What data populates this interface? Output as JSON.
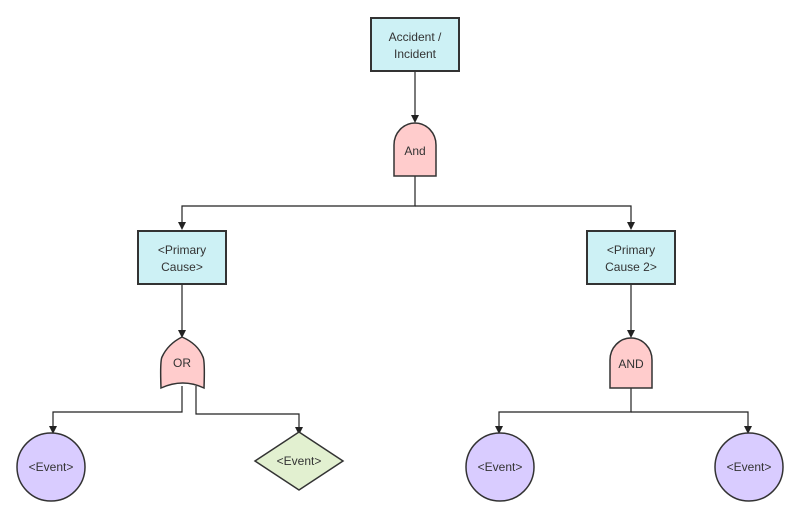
{
  "colors": {
    "box_fill": "#cdf1f5",
    "gate_fill": "#ffcccc",
    "event_fill": "#d9ccff",
    "diamond_fill": "#e2f0d0",
    "line": "#222222"
  },
  "diagram": {
    "top_event": {
      "line1": "Accident /",
      "line2": "Incident"
    },
    "top_gate": {
      "label": "And"
    },
    "primary_cause_1": {
      "line1": "<Primary",
      "line2": "Cause>"
    },
    "primary_cause_2": {
      "line1": "<Primary",
      "line2": "Cause 2>"
    },
    "or_gate": {
      "label": "OR"
    },
    "and_gate": {
      "label": "AND"
    },
    "event_left_circle": {
      "label": "<Event>"
    },
    "event_diamond": {
      "label": "<Event>"
    },
    "event_right_circle_1": {
      "label": "<Event>"
    },
    "event_right_circle_2": {
      "label": "<Event>"
    }
  }
}
